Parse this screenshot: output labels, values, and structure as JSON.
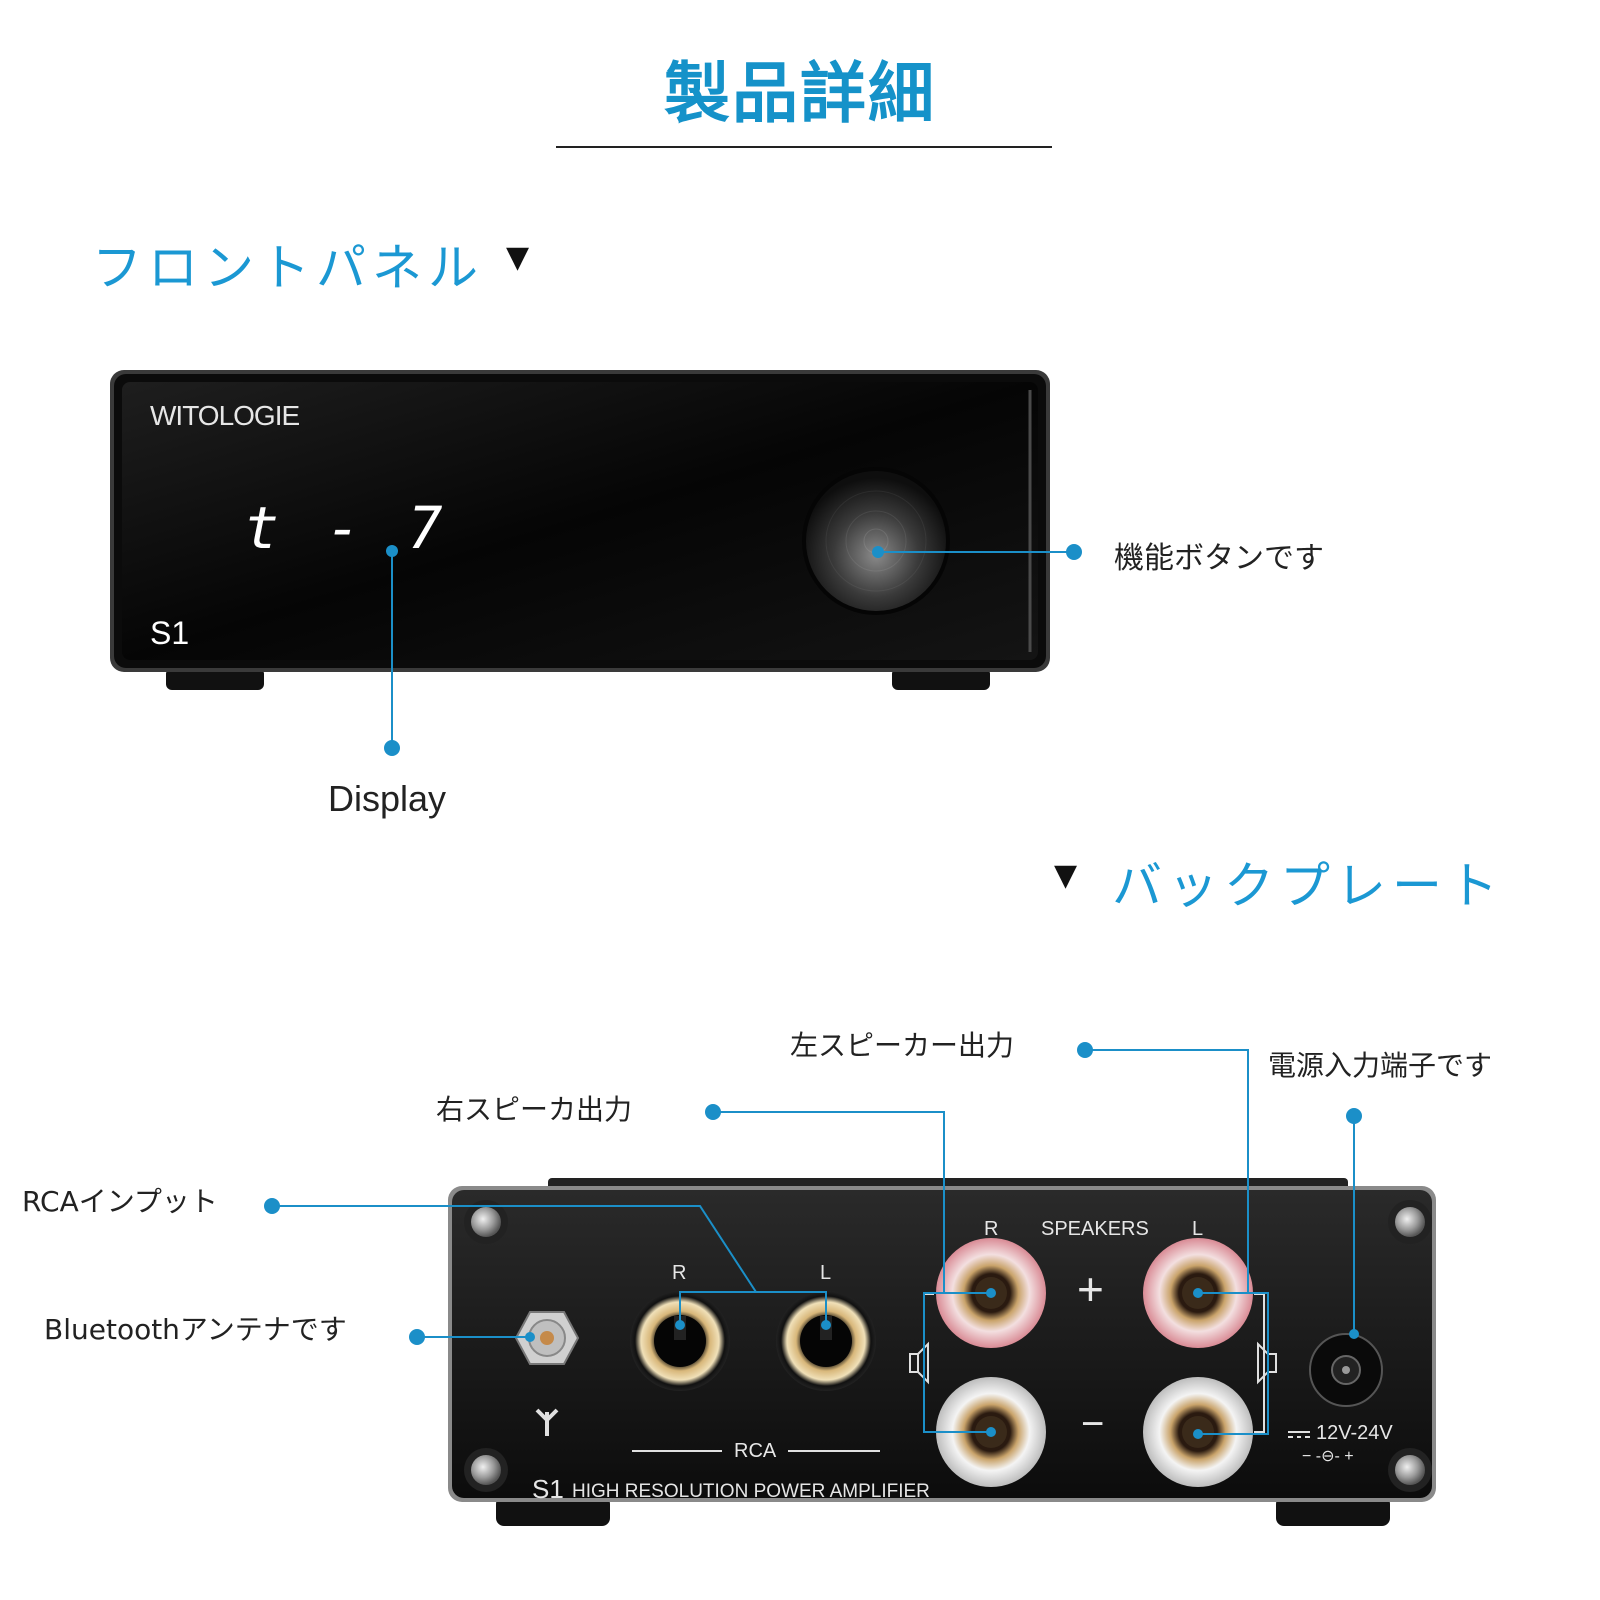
{
  "header": {
    "title": "製品詳細"
  },
  "front": {
    "section_label": "フロントパネル",
    "marker": "▼",
    "brand": "WITOLOGIE",
    "model": "S1",
    "display_text": "t - 7",
    "callout_knob": "機能ボタンです",
    "callout_display": "Display"
  },
  "back": {
    "section_label": "バックプレート",
    "marker": "▼",
    "callouts": {
      "left_speaker": "左スピーカー出力",
      "right_speaker": "右スピーカ出力",
      "power": "電源入力端子です",
      "rca": "RCAインプット",
      "bluetooth": "Bluetoothアンテナです"
    },
    "panel": {
      "rca_r": "R",
      "rca_l": "L",
      "rca_label": "RCA",
      "spk_r": "R",
      "spk_label": "SPEAKERS",
      "spk_l": "L",
      "plus": "+",
      "minus": "−",
      "voltage": "12V-24V",
      "polarity": "− -⊖- +",
      "model": "S1",
      "model_desc": "HIGH RESOLUTION POWER AMPLIFIER"
    }
  },
  "colors": {
    "accent": "#1b98d3",
    "callout_line": "#1b8fc8",
    "device": "#111111"
  }
}
